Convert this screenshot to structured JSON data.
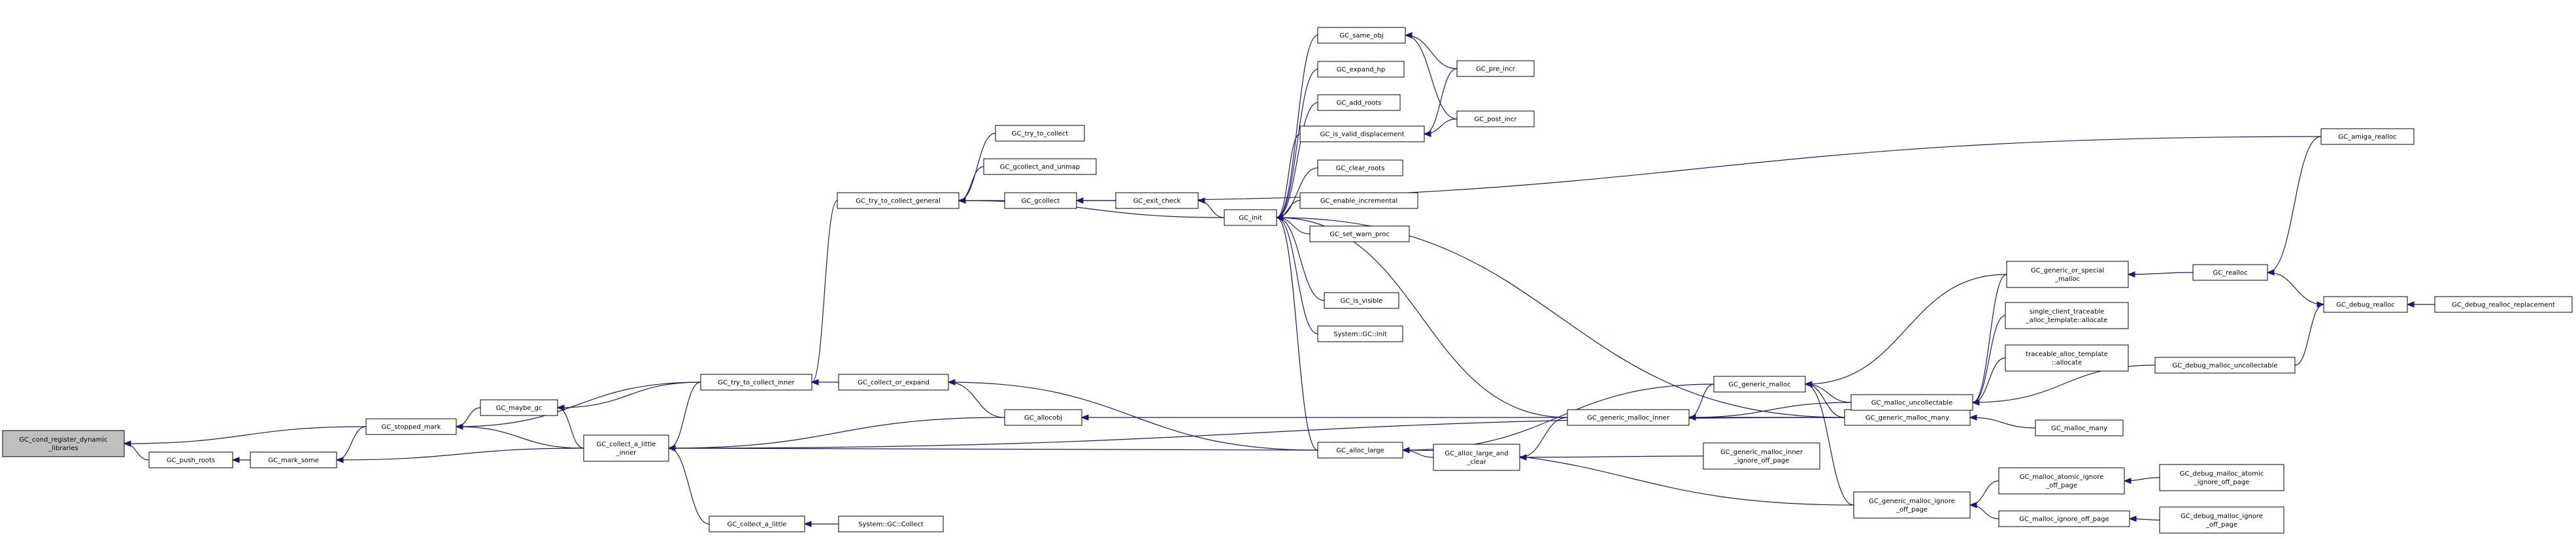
{
  "colors": {
    "edge": "#191970",
    "node_border": "#000000",
    "root_fill": "#bfbfbf",
    "node_fill": "#ffffff"
  },
  "nodes": [
    {
      "id": "root",
      "lines": [
        "GC_cond_register_dynamic",
        "_libraries"
      ],
      "root": true
    },
    {
      "id": "push_roots",
      "lines": [
        "GC_push_roots"
      ]
    },
    {
      "id": "mark_some",
      "lines": [
        "GC_mark_some"
      ]
    },
    {
      "id": "stopped_mark",
      "lines": [
        "GC_stopped_mark"
      ]
    },
    {
      "id": "maybe_gc",
      "lines": [
        "GC_maybe_gc"
      ]
    },
    {
      "id": "collect_a_little_inner",
      "lines": [
        "GC_collect_a_little",
        "_inner"
      ]
    },
    {
      "id": "try_to_collect_inner",
      "lines": [
        "GC_try_to_collect_inner"
      ]
    },
    {
      "id": "collect_a_little",
      "lines": [
        "GC_collect_a_little"
      ]
    },
    {
      "id": "system_collect",
      "lines": [
        "System::GC::Collect"
      ]
    },
    {
      "id": "collect_or_expand",
      "lines": [
        "GC_collect_or_expand"
      ]
    },
    {
      "id": "allocobj",
      "lines": [
        "GC_allocobj"
      ]
    },
    {
      "id": "try_to_collect_general",
      "lines": [
        "GC_try_to_collect_general"
      ]
    },
    {
      "id": "try_to_collect",
      "lines": [
        "GC_try_to_collect"
      ]
    },
    {
      "id": "gcollect_and_unmap",
      "lines": [
        "GC_gcollect_and_unmap"
      ]
    },
    {
      "id": "gcollect",
      "lines": [
        "GC_gcollect"
      ]
    },
    {
      "id": "exit_check",
      "lines": [
        "GC_exit_check"
      ]
    },
    {
      "id": "init",
      "lines": [
        "GC_init"
      ]
    },
    {
      "id": "same_obj",
      "lines": [
        "GC_same_obj"
      ]
    },
    {
      "id": "expand_hp",
      "lines": [
        "GC_expand_hp"
      ]
    },
    {
      "id": "add_roots",
      "lines": [
        "GC_add_roots"
      ]
    },
    {
      "id": "is_valid_displacement",
      "lines": [
        "GC_is_valid_displacement"
      ]
    },
    {
      "id": "clear_roots",
      "lines": [
        "GC_clear_roots"
      ]
    },
    {
      "id": "enable_incremental",
      "lines": [
        "GC_enable_incremental"
      ]
    },
    {
      "id": "set_warn_proc",
      "lines": [
        "GC_set_warn_proc"
      ]
    },
    {
      "id": "is_visible",
      "lines": [
        "GC_is_visible"
      ]
    },
    {
      "id": "system_init",
      "lines": [
        "System::GC::Init"
      ]
    },
    {
      "id": "pre_incr",
      "lines": [
        "GC_pre_incr"
      ]
    },
    {
      "id": "post_incr",
      "lines": [
        "GC_post_incr"
      ]
    },
    {
      "id": "alloc_large",
      "lines": [
        "GC_alloc_large"
      ]
    },
    {
      "id": "alloc_large_and_clear",
      "lines": [
        "GC_alloc_large_and",
        "_clear"
      ]
    },
    {
      "id": "generic_malloc_inner",
      "lines": [
        "GC_generic_malloc_inner"
      ]
    },
    {
      "id": "generic_malloc_inner_ignore",
      "lines": [
        "GC_generic_malloc_inner",
        "_ignore_off_page"
      ]
    },
    {
      "id": "generic_malloc",
      "lines": [
        "GC_generic_malloc"
      ]
    },
    {
      "id": "generic_malloc_many",
      "lines": [
        "GC_generic_malloc_many"
      ]
    },
    {
      "id": "generic_malloc_ignore",
      "lines": [
        "GC_generic_malloc_ignore",
        "_off_page"
      ]
    },
    {
      "id": "malloc_uncollectable",
      "lines": [
        "GC_malloc_uncollectable"
      ]
    },
    {
      "id": "generic_or_special",
      "lines": [
        "GC_generic_or_special",
        "_malloc"
      ]
    },
    {
      "id": "single_client",
      "lines": [
        "single_client_traceable",
        "_alloc_template::allocate"
      ]
    },
    {
      "id": "traceable_alloc",
      "lines": [
        "traceable_alloc_template",
        "::allocate"
      ]
    },
    {
      "id": "malloc_many",
      "lines": [
        "GC_malloc_many"
      ]
    },
    {
      "id": "malloc_atomic_ignore",
      "lines": [
        "GC_malloc_atomic_ignore",
        "_off_page"
      ]
    },
    {
      "id": "malloc_ignore",
      "lines": [
        "GC_malloc_ignore_off_page"
      ]
    },
    {
      "id": "debug_malloc_atomic_ignore",
      "lines": [
        "GC_debug_malloc_atomic",
        "_ignore_off_page"
      ]
    },
    {
      "id": "debug_malloc_ignore",
      "lines": [
        "GC_debug_malloc_ignore",
        "_off_page"
      ]
    },
    {
      "id": "realloc",
      "lines": [
        "GC_realloc"
      ]
    },
    {
      "id": "amiga_realloc",
      "lines": [
        "GC_amiga_realloc"
      ]
    },
    {
      "id": "debug_realloc",
      "lines": [
        "GC_debug_realloc"
      ]
    },
    {
      "id": "debug_realloc_replacement",
      "lines": [
        "GC_debug_realloc_replacement"
      ]
    },
    {
      "id": "debug_malloc_uncollectable",
      "lines": [
        "GC_debug_malloc_uncollectable"
      ]
    }
  ],
  "edges": [
    [
      "push_roots",
      "root"
    ],
    [
      "stopped_mark",
      "root"
    ],
    [
      "mark_some",
      "push_roots"
    ],
    [
      "stopped_mark",
      "mark_some"
    ],
    [
      "collect_a_little_inner",
      "mark_some"
    ],
    [
      "maybe_gc",
      "stopped_mark"
    ],
    [
      "try_to_collect_inner",
      "stopped_mark"
    ],
    [
      "collect_a_little_inner",
      "stopped_mark"
    ],
    [
      "collect_a_little_inner",
      "maybe_gc"
    ],
    [
      "try_to_collect_inner",
      "maybe_gc"
    ],
    [
      "try_to_collect_inner",
      "collect_a_little_inner"
    ],
    [
      "allocobj",
      "collect_a_little_inner"
    ],
    [
      "alloc_large",
      "collect_a_little_inner"
    ],
    [
      "collect_a_little",
      "collect_a_little_inner"
    ],
    [
      "generic_malloc_many",
      "collect_a_little_inner"
    ],
    [
      "system_collect",
      "collect_a_little"
    ],
    [
      "collect_or_expand",
      "try_to_collect_inner"
    ],
    [
      "try_to_collect_general",
      "try_to_collect_inner"
    ],
    [
      "allocobj",
      "collect_or_expand"
    ],
    [
      "alloc_large",
      "collect_or_expand"
    ],
    [
      "generic_malloc_many",
      "allocobj"
    ],
    [
      "try_to_collect",
      "try_to_collect_general"
    ],
    [
      "gcollect_and_unmap",
      "try_to_collect_general"
    ],
    [
      "gcollect",
      "try_to_collect_general"
    ],
    [
      "init",
      "try_to_collect_general"
    ],
    [
      "exit_check",
      "gcollect"
    ],
    [
      "amiga_realloc",
      "gcollect"
    ],
    [
      "init",
      "exit_check"
    ],
    [
      "same_obj",
      "init"
    ],
    [
      "expand_hp",
      "init"
    ],
    [
      "add_roots",
      "init"
    ],
    [
      "is_valid_displacement",
      "init"
    ],
    [
      "clear_roots",
      "init"
    ],
    [
      "enable_incremental",
      "init"
    ],
    [
      "set_warn_proc",
      "init"
    ],
    [
      "is_visible",
      "init"
    ],
    [
      "system_init",
      "init"
    ],
    [
      "alloc_large",
      "init"
    ],
    [
      "generic_malloc_inner",
      "init"
    ],
    [
      "generic_malloc_many",
      "init"
    ],
    [
      "pre_incr",
      "same_obj"
    ],
    [
      "post_incr",
      "same_obj"
    ],
    [
      "pre_incr",
      "is_valid_displacement"
    ],
    [
      "post_incr",
      "is_valid_displacement"
    ],
    [
      "alloc_large_and_clear",
      "alloc_large"
    ],
    [
      "generic_malloc",
      "alloc_large"
    ],
    [
      "generic_malloc_ignore",
      "alloc_large"
    ],
    [
      "generic_malloc_inner",
      "alloc_large_and_clear"
    ],
    [
      "generic_malloc_inner_ignore",
      "alloc_large_and_clear"
    ],
    [
      "generic_malloc",
      "generic_malloc_inner"
    ],
    [
      "generic_malloc_many",
      "generic_malloc_inner"
    ],
    [
      "malloc_uncollectable",
      "generic_malloc_inner"
    ],
    [
      "malloc_uncollectable",
      "generic_malloc"
    ],
    [
      "generic_or_special",
      "generic_malloc"
    ],
    [
      "generic_malloc_ignore",
      "generic_malloc"
    ],
    [
      "generic_malloc_many",
      "generic_malloc"
    ],
    [
      "malloc_many",
      "generic_malloc_many"
    ],
    [
      "generic_or_special",
      "malloc_uncollectable"
    ],
    [
      "single_client",
      "malloc_uncollectable"
    ],
    [
      "traceable_alloc",
      "malloc_uncollectable"
    ],
    [
      "debug_malloc_uncollectable",
      "malloc_uncollectable"
    ],
    [
      "realloc",
      "generic_or_special"
    ],
    [
      "malloc_atomic_ignore",
      "generic_malloc_ignore"
    ],
    [
      "malloc_ignore",
      "generic_malloc_ignore"
    ],
    [
      "debug_malloc_atomic_ignore",
      "malloc_atomic_ignore"
    ],
    [
      "debug_malloc_ignore",
      "malloc_ignore"
    ],
    [
      "amiga_realloc",
      "realloc"
    ],
    [
      "debug_realloc",
      "realloc"
    ],
    [
      "debug_realloc_replacement",
      "debug_realloc"
    ],
    [
      "debug_malloc_uncollectable",
      "debug_realloc"
    ]
  ]
}
